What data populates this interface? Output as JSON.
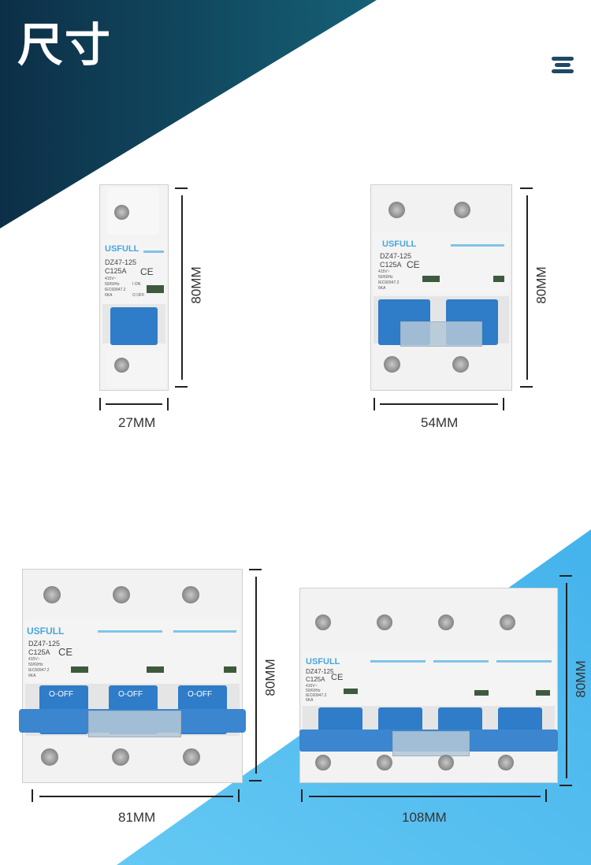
{
  "header": {
    "title": "尺寸"
  },
  "menu": {
    "icon": "menu-icon"
  },
  "colors": {
    "dark_navy": "#0e3550",
    "teal": "#135a6e",
    "sky_blue": "#4cb8ee",
    "brand_blue": "#4aa6da",
    "handle_blue": "#2f7cc8"
  },
  "breakers": [
    {
      "poles": 1,
      "width_label": "27MM",
      "height_label": "80MM"
    },
    {
      "poles": 2,
      "width_label": "54MM",
      "height_label": "80MM"
    },
    {
      "poles": 3,
      "width_label": "81MM",
      "height_label": "80MM"
    },
    {
      "poles": 4,
      "width_label": "108MM",
      "height_label": "80MM"
    }
  ],
  "product": {
    "brand": "USFULL",
    "model": "DZ47-125",
    "rating": "C125A",
    "ce_mark": "CE",
    "voltage": "415V~",
    "frequency": "50/60Hz",
    "standard": "IEC60947.2",
    "breaking_capacity": "6KA",
    "on_text": "I ON",
    "off_text": "O OFF",
    "handle_text": "O-OFF"
  }
}
